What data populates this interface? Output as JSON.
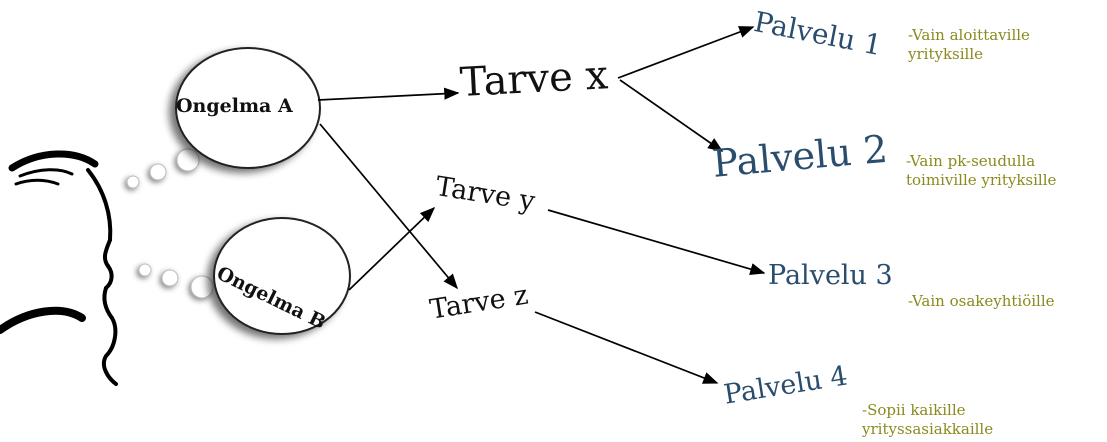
{
  "problems": [
    {
      "id": "a",
      "label": "Ongelma A"
    },
    {
      "id": "b",
      "label": "Ongelma B"
    }
  ],
  "needs": [
    {
      "id": "x",
      "label": "Tarve x"
    },
    {
      "id": "y",
      "label": "Tarve y"
    },
    {
      "id": "z",
      "label": "Tarve z"
    }
  ],
  "services": [
    {
      "id": "1",
      "label": "Palvelu 1",
      "note_lines": [
        "-Vain aloittaville",
        "yrityksille"
      ]
    },
    {
      "id": "2",
      "label": "Palvelu 2",
      "note_lines": [
        "-Vain pk-seudulla",
        "toimiville yrityksille"
      ]
    },
    {
      "id": "3",
      "label": "Palvelu 3",
      "note_lines": [
        "-Vain osakeyhtiöille"
      ]
    },
    {
      "id": "4",
      "label": "Palvelu 4",
      "note_lines": [
        "-Sopii kaikille",
        "yrityssasiakkaille"
      ]
    }
  ],
  "edges": [
    {
      "from": "Ongelma A",
      "to": "Tarve x"
    },
    {
      "from": "Ongelma A",
      "to": "Tarve z"
    },
    {
      "from": "Ongelma B",
      "to": "Tarve y"
    },
    {
      "from": "Tarve x",
      "to": "Palvelu 1"
    },
    {
      "from": "Tarve x",
      "to": "Palvelu 2"
    },
    {
      "from": "Tarve y",
      "to": "Palvelu 3"
    },
    {
      "from": "Tarve z",
      "to": "Palvelu 4"
    }
  ],
  "colors": {
    "service": "#2a4d6e",
    "note": "#8b8a1e",
    "text": "#111111",
    "bubble_edge": "#222222"
  },
  "icons": [
    "thinking-person-silhouette",
    "thought-bubble"
  ]
}
